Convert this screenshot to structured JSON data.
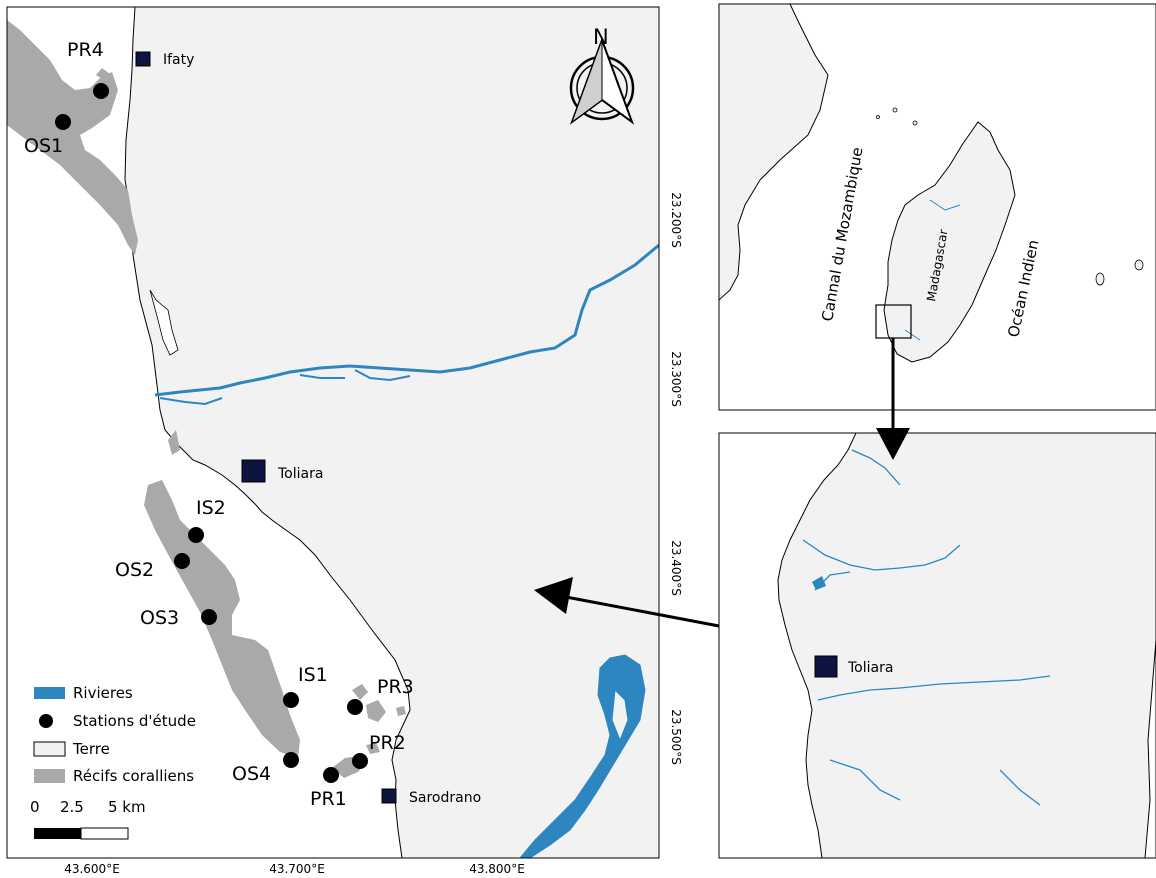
{
  "colors": {
    "land": "#f2f2f2",
    "sea": "#ffffff",
    "river": "#2e86c1",
    "reef": "#a9a9a9",
    "town_marker": "#0d1440",
    "station": "#000000"
  },
  "north_arrow": {
    "label": "N",
    "icon": "north-arrow-icon"
  },
  "towns": [
    {
      "name": "Ifaty"
    },
    {
      "name": "Toliara"
    },
    {
      "name": "Sarodrano"
    }
  ],
  "stations": [
    {
      "name": "PR4"
    },
    {
      "name": "OS1"
    },
    {
      "name": "IS2"
    },
    {
      "name": "OS2"
    },
    {
      "name": "OS3"
    },
    {
      "name": "IS1"
    },
    {
      "name": "PR3"
    },
    {
      "name": "PR2"
    },
    {
      "name": "OS4"
    },
    {
      "name": "PR1"
    }
  ],
  "latitude_labels": [
    "23.200°S",
    "23.300°S",
    "23.400°S",
    "23.500°S"
  ],
  "longitude_labels": [
    "43.600°E",
    "43.700°E",
    "43.800°E"
  ],
  "legend": {
    "items": [
      {
        "label": "Rivieres",
        "symbol": "river-swatch"
      },
      {
        "label": "Stations d'étude",
        "symbol": "station-dot"
      },
      {
        "label": "Terre",
        "symbol": "land-swatch"
      },
      {
        "label": "Récifs coralliens",
        "symbol": "reef-swatch"
      }
    ],
    "scale_ticks": [
      "0",
      "2.5",
      "5 km"
    ]
  },
  "overview_inset": {
    "labels": {
      "channel": "Cannal du Mozambique",
      "island": "Madagascar",
      "ocean": "Océan Indien"
    }
  },
  "regional_inset": {
    "town": "Toliara"
  }
}
